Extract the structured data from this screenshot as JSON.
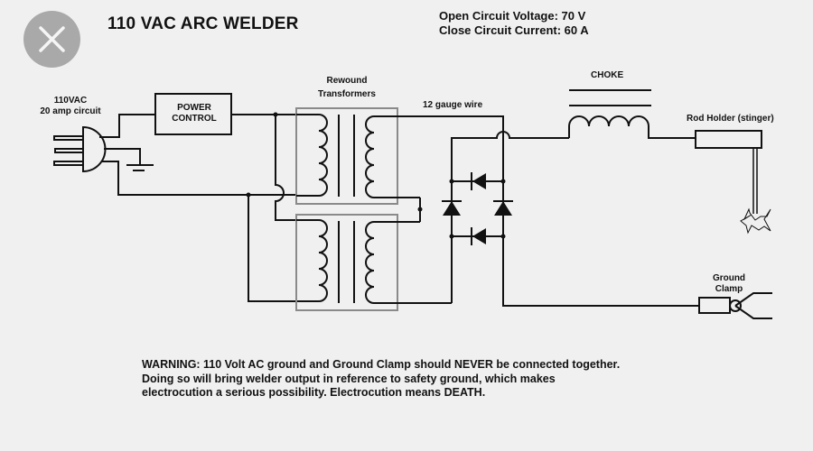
{
  "header": {
    "title": "110 VAC ARC WELDER",
    "close_icon": "close-icon"
  },
  "specs": {
    "open_circuit_voltage": "Open Circuit Voltage: 70 V",
    "close_circuit_current": "Close Circuit Current: 60 A"
  },
  "labels": {
    "source_line1": "110VAC",
    "source_line2": "20 amp circuit",
    "power_control_line1": "POWER",
    "power_control_line2": "CONTROL",
    "transformers_line1": "Rewound",
    "transformers_line2": "Transformers",
    "wire": "12 gauge wire",
    "choke": "CHOKE",
    "rod_holder": "Rod Holder (stinger)",
    "ground_clamp_line1": "Ground",
    "ground_clamp_line2": "Clamp"
  },
  "warning": {
    "line1": "WARNING: 110 Volt AC ground and Ground Clamp should NEVER be connected together.",
    "line2": "Doing so will bring welder output in reference to safety ground, which makes",
    "line3": "electrocution a serious possibility. Electrocution means DEATH."
  },
  "components": [
    "plug",
    "safety-ground",
    "power-control",
    "transformer-top",
    "transformer-bottom",
    "bridge-rectifier",
    "choke",
    "rod-holder",
    "arc",
    "ground-clamp"
  ]
}
